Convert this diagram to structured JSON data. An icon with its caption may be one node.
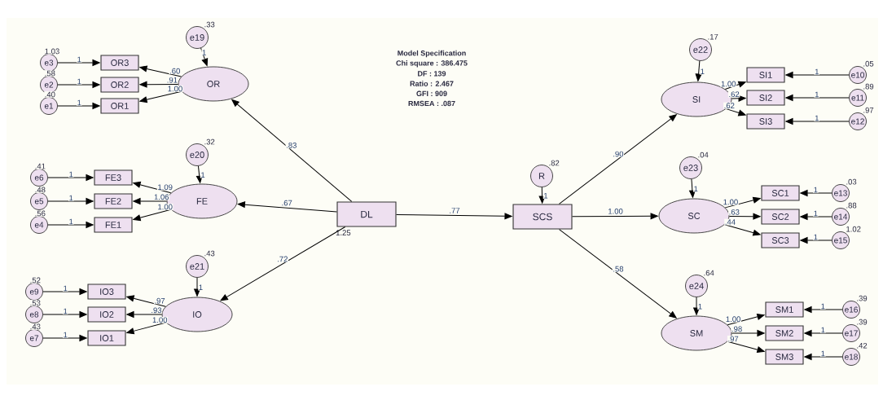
{
  "diagram": {
    "nodes": [
      {
        "text": [
          "OR"
        ]
      },
      {
        "text": [
          "e19"
        ],
        "beside": [
          ".33"
        ]
      },
      {
        "text": [
          "OR3"
        ]
      },
      {
        "text": [
          "OR2"
        ]
      },
      {
        "text": [
          "OR1"
        ]
      },
      {
        "text": [
          "e3"
        ],
        "beside": [
          "1.03"
        ]
      },
      {
        "text": [
          "e2"
        ],
        "beside": [
          ".58"
        ]
      },
      {
        "text": [
          "e1"
        ],
        "beside": [
          ".40"
        ]
      },
      {
        "text": [
          "FE"
        ]
      },
      {
        "text": [
          "e20"
        ],
        "beside": [
          ".32"
        ]
      },
      {
        "text": [
          "FE3"
        ]
      },
      {
        "text": [
          "FE2"
        ]
      },
      {
        "text": [
          "FE1"
        ]
      },
      {
        "text": [
          "e6"
        ],
        "beside": [
          ".41"
        ]
      },
      {
        "text": [
          "e5"
        ],
        "beside": [
          ".48"
        ]
      },
      {
        "text": [
          "e4"
        ],
        "beside": [
          ".56"
        ]
      },
      {
        "text": [
          "IO"
        ]
      },
      {
        "text": [
          "e21"
        ],
        "beside": [
          ".43"
        ]
      },
      {
        "text": [
          "IO3"
        ]
      },
      {
        "text": [
          "IO2"
        ]
      },
      {
        "text": [
          "IO1"
        ]
      },
      {
        "text": [
          "e9"
        ],
        "beside": [
          ".52"
        ]
      },
      {
        "text": [
          "e8"
        ],
        "beside": [
          ".53"
        ]
      },
      {
        "text": [
          "e7"
        ],
        "beside": [
          ".43"
        ]
      },
      {
        "text": [
          "DL"
        ],
        "beside": [
          "1.25"
        ]
      },
      {
        "text": [
          "R"
        ],
        "beside": [
          ".82"
        ]
      },
      {
        "text": [
          "SCS"
        ]
      },
      {
        "text": [
          "SI"
        ]
      },
      {
        "text": [
          "e22"
        ],
        "beside": [
          ".17"
        ]
      },
      {
        "text": [
          "SI1"
        ]
      },
      {
        "text": [
          "SI2"
        ]
      },
      {
        "text": [
          "SI3"
        ]
      },
      {
        "text": [
          "e10"
        ],
        "beside": [
          ".05"
        ]
      },
      {
        "text": [
          "e11"
        ],
        "beside": [
          ".89"
        ]
      },
      {
        "text": [
          "e12"
        ],
        "beside": [
          ".97"
        ]
      },
      {
        "text": [
          "SC"
        ]
      },
      {
        "text": [
          "e23"
        ],
        "beside": [
          ".04"
        ]
      },
      {
        "text": [
          "SC1"
        ]
      },
      {
        "text": [
          "SC2"
        ]
      },
      {
        "text": [
          "SC3"
        ]
      },
      {
        "text": [
          "e13"
        ],
        "beside": [
          ".03"
        ]
      },
      {
        "text": [
          "e14"
        ],
        "beside": [
          ".88"
        ]
      },
      {
        "text": [
          "e15"
        ],
        "beside": [
          "1.02"
        ]
      },
      {
        "text": [
          "SM"
        ]
      },
      {
        "text": [
          "e24"
        ],
        "beside": [
          ".64"
        ]
      },
      {
        "text": [
          "SM1"
        ]
      },
      {
        "text": [
          "SM2"
        ]
      },
      {
        "text": [
          "SM3"
        ]
      },
      {
        "text": [
          "e16"
        ],
        "beside": [
          ".39"
        ]
      },
      {
        "text": [
          "e17"
        ],
        "beside": [
          ".39"
        ]
      },
      {
        "text": [
          "e18"
        ],
        "beside": [
          ".42"
        ]
      }
    ],
    "edges": [
      {
        "from": 24,
        "to": 0,
        "arrow": "to",
        "label": ".83"
      },
      {
        "from": 24,
        "to": 8,
        "arrow": "to",
        "label": ".67"
      },
      {
        "from": 24,
        "to": 16,
        "arrow": "to",
        "label": ".72"
      },
      {
        "from": 24,
        "to": 26,
        "arrow": "to",
        "label": ".77"
      },
      {
        "from": 25,
        "to": 26,
        "arrow": "to",
        "label": "1"
      },
      {
        "from": 26,
        "to": 27,
        "arrow": "to",
        "label": ".90"
      },
      {
        "from": 26,
        "to": 35,
        "arrow": "to",
        "label": "1.00"
      },
      {
        "from": 26,
        "to": 43,
        "arrow": "to",
        "label": ".58"
      },
      {
        "from": 1,
        "to": 0,
        "arrow": "to",
        "label": "1"
      },
      {
        "from": 0,
        "to": 2,
        "arrow": "to",
        "label": ".60"
      },
      {
        "from": 0,
        "to": 3,
        "arrow": "to",
        "label": ".91"
      },
      {
        "from": 0,
        "to": 4,
        "arrow": "to",
        "label": "1.00"
      },
      {
        "from": 5,
        "to": 2,
        "arrow": "to",
        "label": "1"
      },
      {
        "from": 6,
        "to": 3,
        "arrow": "to",
        "label": "1"
      },
      {
        "from": 7,
        "to": 4,
        "arrow": "to",
        "label": "1"
      },
      {
        "from": 9,
        "to": 8,
        "arrow": "to",
        "label": "1"
      },
      {
        "from": 8,
        "to": 10,
        "arrow": "to",
        "label": "1.09"
      },
      {
        "from": 8,
        "to": 11,
        "arrow": "to",
        "label": "1.06"
      },
      {
        "from": 8,
        "to": 12,
        "arrow": "to",
        "label": "1.00"
      },
      {
        "from": 13,
        "to": 10,
        "arrow": "to",
        "label": "1"
      },
      {
        "from": 14,
        "to": 11,
        "arrow": "to",
        "label": "1"
      },
      {
        "from": 15,
        "to": 12,
        "arrow": "to",
        "label": "1"
      },
      {
        "from": 17,
        "to": 16,
        "arrow": "to",
        "label": "1"
      },
      {
        "from": 16,
        "to": 18,
        "arrow": "to",
        "label": ".97"
      },
      {
        "from": 16,
        "to": 19,
        "arrow": "to",
        "label": ".93"
      },
      {
        "from": 16,
        "to": 20,
        "arrow": "to",
        "label": "1.00"
      },
      {
        "from": 21,
        "to": 18,
        "arrow": "to",
        "label": "1"
      },
      {
        "from": 22,
        "to": 19,
        "arrow": "to",
        "label": "1"
      },
      {
        "from": 23,
        "to": 20,
        "arrow": "to",
        "label": "1"
      },
      {
        "from": 28,
        "to": 27,
        "arrow": "to",
        "label": "1"
      },
      {
        "from": 27,
        "to": 29,
        "arrow": "to",
        "label": "1.00"
      },
      {
        "from": 27,
        "to": 30,
        "arrow": "to",
        "label": ".62"
      },
      {
        "from": 27,
        "to": 31,
        "arrow": "to",
        "label": ".62"
      },
      {
        "from": 32,
        "to": 29,
        "arrow": "to",
        "label": "1"
      },
      {
        "from": 33,
        "to": 30,
        "arrow": "to",
        "label": "1"
      },
      {
        "from": 34,
        "to": 31,
        "arrow": "to",
        "label": "1"
      },
      {
        "from": 36,
        "to": 35,
        "arrow": "to",
        "label": "1"
      },
      {
        "from": 35,
        "to": 37,
        "arrow": "to",
        "label": "1.00"
      },
      {
        "from": 35,
        "to": 38,
        "arrow": "to",
        "label": ".63"
      },
      {
        "from": 35,
        "to": 39,
        "arrow": "to",
        "label": ".44"
      },
      {
        "from": 40,
        "to": 37,
        "arrow": "to",
        "label": "1"
      },
      {
        "from": 41,
        "to": 38,
        "arrow": "to",
        "label": "1"
      },
      {
        "from": 42,
        "to": 39,
        "arrow": "to",
        "label": "1"
      },
      {
        "from": 44,
        "to": 43,
        "arrow": "to",
        "label": "1"
      },
      {
        "from": 43,
        "to": 45,
        "arrow": "to",
        "label": "1.00"
      },
      {
        "from": 43,
        "to": 46,
        "arrow": "to",
        "label": ".98"
      },
      {
        "from": 43,
        "to": 47,
        "arrow": "to",
        "label": ".97"
      },
      {
        "from": 48,
        "to": 45,
        "arrow": "to",
        "label": "1"
      },
      {
        "from": 49,
        "to": 46,
        "arrow": "to",
        "label": "1"
      },
      {
        "from": 50,
        "to": 47,
        "arrow": "to",
        "label": "1"
      }
    ],
    "labels": [
      "Model Specification",
      "Chi square : 386.475",
      "DF : 139",
      "Ratio : 2.467",
      "GFI : 909",
      "RMSEA : .087"
    ]
  }
}
